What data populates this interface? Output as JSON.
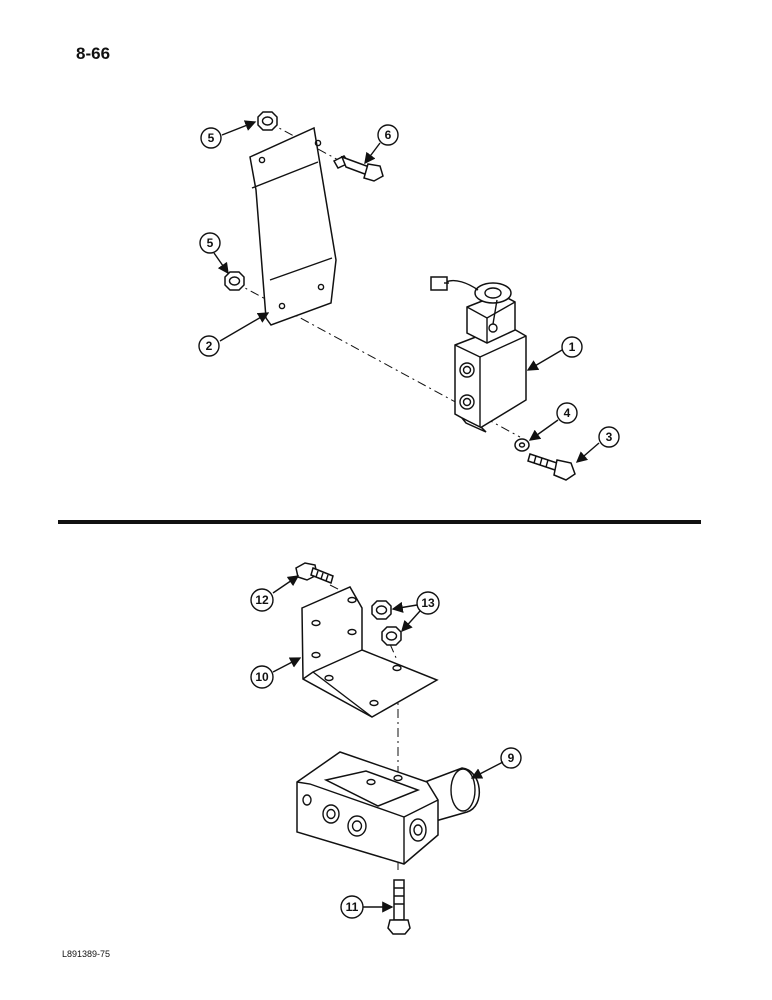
{
  "page": {
    "page_number": "8-66",
    "figure_code": "L891389-75"
  },
  "callouts": {
    "c1": "1",
    "c2": "2",
    "c3": "3",
    "c4": "4",
    "c5a": "5",
    "c5b": "5",
    "c6": "6",
    "c9": "9",
    "c10": "10",
    "c11": "11",
    "c12": "12",
    "c13": "13"
  }
}
